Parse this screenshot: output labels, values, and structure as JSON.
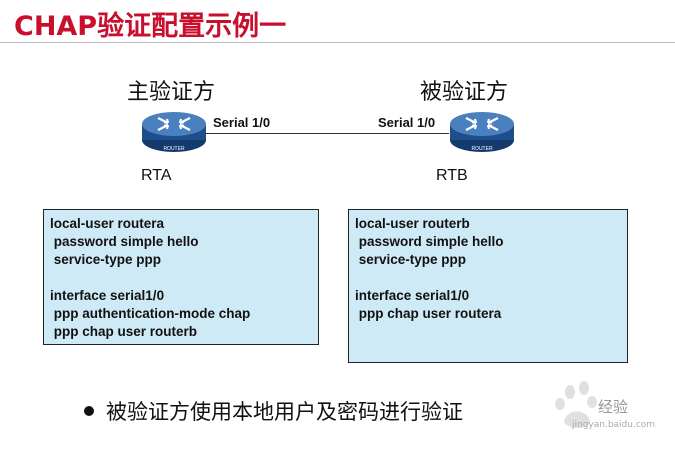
{
  "title": "CHAP验证配置示例一",
  "left": {
    "role": "主验证方",
    "router_name": "RTA",
    "port": "Serial 1/0",
    "config": [
      "local-user routera",
      " password simple hello",
      " service-type ppp",
      "",
      "interface serial1/0",
      " ppp authentication-mode chap",
      " ppp chap user routerb"
    ]
  },
  "right": {
    "role": "被验证方",
    "router_name": "RTB",
    "port": "Serial 1/0",
    "config": [
      "local-user routerb",
      " password simple hello",
      " service-type ppp",
      "",
      "interface serial1/0",
      " ppp chap user routera"
    ]
  },
  "router_label": "ROUTER",
  "bullet": "被验证方使用本地用户及密码进行验证",
  "watermark": {
    "text": "经验",
    "url": "jingyan.baidu.com"
  },
  "colors": {
    "title": "#c8102e",
    "config_bg": "#cfeaf7",
    "router": "#1f4e8c"
  }
}
